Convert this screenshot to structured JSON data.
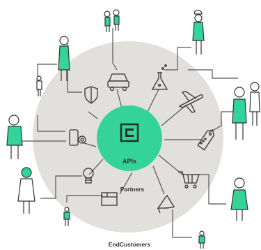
{
  "colors": {
    "accent": "#34d39a",
    "ring": "#e1e0dc",
    "line": "#555555",
    "white": "#ffffff"
  },
  "labels": {
    "center": "APIs",
    "ring": "Partners",
    "outer": "EndCustomers"
  },
  "icons": [
    "shield-icon",
    "car-icon",
    "flask-icon",
    "airplane-icon",
    "tag-icon",
    "shopping-cart-icon",
    "high-heel-icon",
    "package-icon",
    "lightbulb-icon",
    "phone-icon",
    "logo-icon"
  ]
}
